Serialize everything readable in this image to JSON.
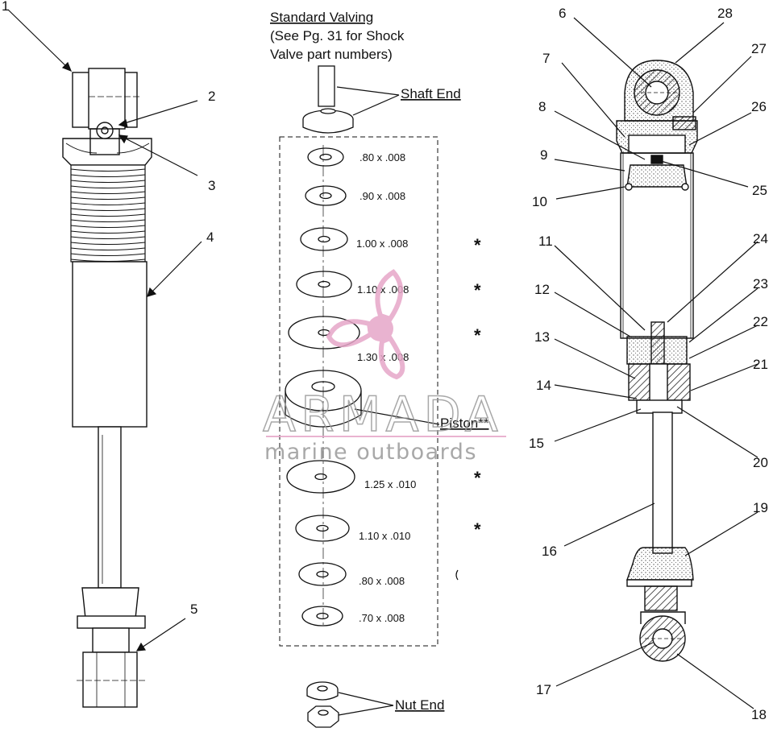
{
  "header": {
    "title_line1": "Standard Valving",
    "title_line2": "(See Pg. 31 for Shock",
    "title_line3": "Valve part numbers)",
    "shaft_end": "Shaft End",
    "nut_end": "Nut End",
    "piston": "Piston**"
  },
  "washers": [
    {
      "size": ".80 x .008",
      "star": ""
    },
    {
      "size": ".90 x .008",
      "star": ""
    },
    {
      "size": "1.00 x .008",
      "star": "*"
    },
    {
      "size": "1.10 x .008",
      "star": "*"
    },
    {
      "size": "1.30 x .008",
      "star": "*"
    },
    {
      "size": "1.25 x .010",
      "star": "*"
    },
    {
      "size": "1.10 x .010",
      "star": "*"
    },
    {
      "size": ".80 x .008",
      "star": ""
    },
    {
      "size": ".70 x .008",
      "star": ""
    }
  ],
  "callouts": [
    "1",
    "2",
    "3",
    "4",
    "5",
    "6",
    "7",
    "8",
    "9",
    "10",
    "11",
    "12",
    "13",
    "14",
    "15",
    "16",
    "17",
    "18",
    "19",
    "20",
    "21",
    "22",
    "23",
    "24",
    "25",
    "26",
    "27",
    "28"
  ],
  "watermark": {
    "brand": "ARMADA",
    "tagline": "marine outboards",
    "color": "#e6a6c8"
  }
}
